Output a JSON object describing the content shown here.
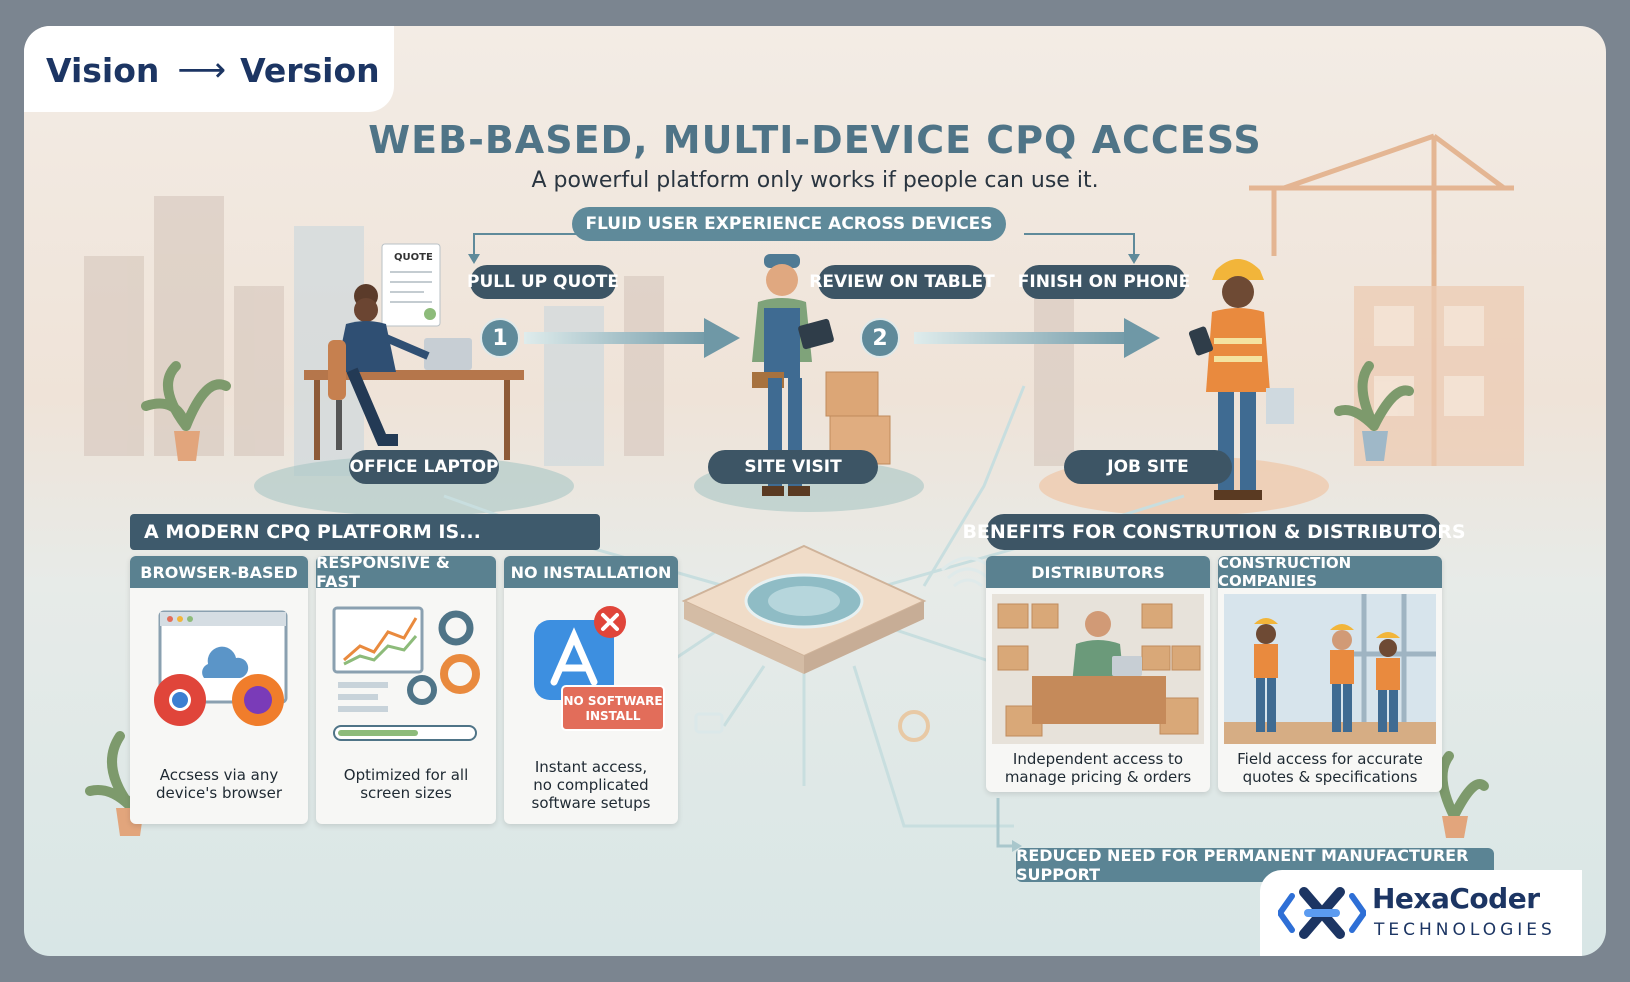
{
  "brand": {
    "left": "Vision",
    "right": "Version"
  },
  "title": "WEB-BASED, MULTI-DEVICE CPQ ACCESS",
  "subtitle": "A powerful platform only works if people can use it.",
  "flow_header": "FLUID USER EXPERIENCE ACROSS DEVICES",
  "steps": [
    {
      "label": "PULL UP QUOTE",
      "place": "OFFICE LAPTOP",
      "num": "1"
    },
    {
      "label": "REVIEW ON TABLET",
      "place": "SITE VISIT",
      "num": "2"
    },
    {
      "label": "FINISH ON PHONE",
      "place": "JOB SITE"
    }
  ],
  "quote_doc": "QUOTE",
  "modern": {
    "heading": "A MODERN CPQ PLATFORM IS...",
    "cards": [
      {
        "title": "BROWSER-BASED",
        "caption1": "Accsess via any",
        "caption2": "device's browser"
      },
      {
        "title": "RESPONSIVE & FAST",
        "caption1": "Optimized for all",
        "caption2": "screen sizes"
      },
      {
        "title": "NO INSTALLATION",
        "caption1": "Instant access,",
        "caption2": "no complicated",
        "caption3": "software setups",
        "sign1": "NO SOFTWARE",
        "sign2": "INSTALL"
      }
    ]
  },
  "benefits": {
    "heading": "BENEFITS FOR CONSTRUTION & DISTRIBUTORS",
    "cards": [
      {
        "title": "DISTRIBUTORS",
        "caption1": "Independent access to",
        "caption2": "manage pricing & orders"
      },
      {
        "title": "CONSTRUCTION COMPANIES",
        "caption1": "Field access for accurate",
        "caption2": "quotes & specifications"
      }
    ],
    "footer": "REDUCED NEED FOR PERMANENT MANUFACTURER SUPPORT"
  },
  "logo": {
    "name": "HexaCoder",
    "sub": "TECHNOLOGIES"
  },
  "colors": {
    "navy": "#1c3563",
    "teal": "#5a8190",
    "slate": "#3d5565",
    "accent_orange": "#e98a3e"
  }
}
